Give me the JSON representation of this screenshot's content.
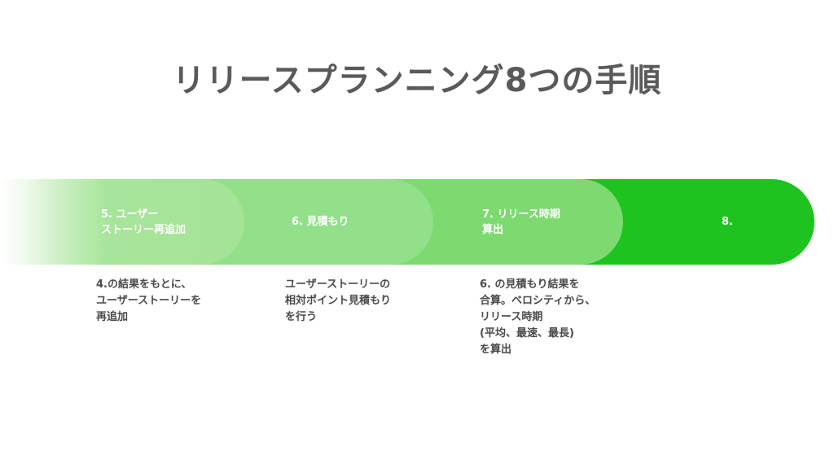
{
  "title": "リリースプランニング8つの手順",
  "steps": [
    {
      "label": "5. ユーザー\nストーリー再追加",
      "description": "4.の結果をもとに、\nユーザーストーリーを\n再追加"
    },
    {
      "label": "6. 見積もり",
      "description": "ユーザーストーリーの\n相対ポイント見積もり\nを行う"
    },
    {
      "label": "7. リリース時期\n算出",
      "description": "6. の見積もり結果を\n合算。ベロシティから、\nリリース時期\n(平均、最速、最長)\nを算出"
    },
    {
      "label": "8."
    }
  ],
  "colors": {
    "step5": "#a4e497",
    "step6": "#92e08a",
    "step7": "#7dda70",
    "step8": "#1fc31f",
    "title": "#5a5a5a"
  }
}
